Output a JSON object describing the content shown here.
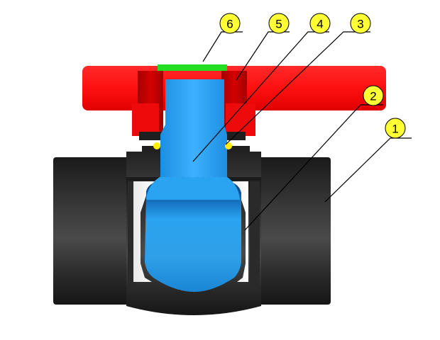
{
  "colors": {
    "background": "#ffffff",
    "body": "#222222",
    "handle": "#ff1a1a",
    "stem_ball": "#2aa3f0",
    "seat": "#ffffff",
    "seal": "#ffee00",
    "cap": "#22dd22",
    "callout_fill": "#ffff33",
    "leader": "#000000"
  },
  "callouts": [
    {
      "id": "1",
      "label": "1",
      "part": "body"
    },
    {
      "id": "2",
      "label": "2",
      "part": "seat"
    },
    {
      "id": "3",
      "label": "3",
      "part": "o-ring"
    },
    {
      "id": "4",
      "label": "4",
      "part": "stem-ball"
    },
    {
      "id": "5",
      "label": "5",
      "part": "handle"
    },
    {
      "id": "6",
      "label": "6",
      "part": "cap"
    }
  ]
}
